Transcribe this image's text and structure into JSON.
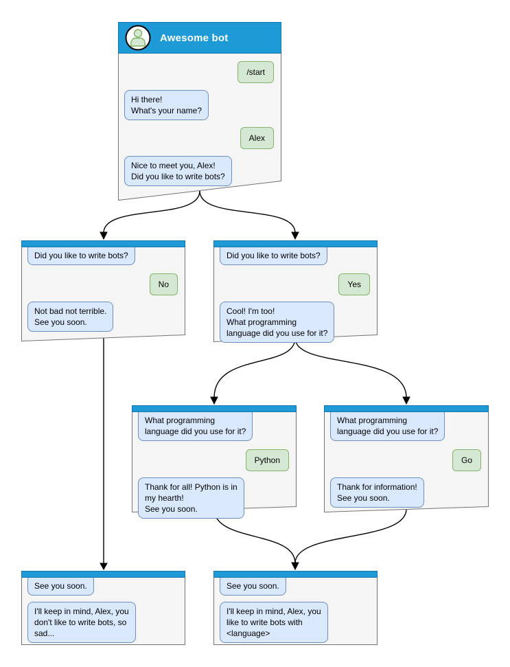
{
  "diagram": {
    "type": "chatbot-conversation-flow",
    "background": "#FFFFFF"
  },
  "colors": {
    "header_blue": "#1E9BD7",
    "header_border": "#1476AE",
    "window_fill": "#F5F5F5",
    "window_border": "#737373",
    "bot_bubble_fill": "#DAE8FC",
    "bot_bubble_border": "#6C8EBF",
    "user_bubble_fill": "#D5E8D4",
    "user_bubble_border": "#82B366",
    "arrow": "#000000",
    "title_text": "#FFFFFF"
  },
  "windows": [
    {
      "id": "awesome-bot",
      "title": "Awesome bot",
      "messages": [
        {
          "side": "user",
          "text": "/start"
        },
        {
          "side": "bot",
          "text": "Hi there!\nWhat's your name?"
        },
        {
          "side": "user",
          "text": "Alex"
        },
        {
          "side": "bot",
          "text": "Nice to meet you, Alex!\nDid you like to write bots?"
        }
      ]
    },
    {
      "id": "branch-no",
      "title": "",
      "messages": [
        {
          "side": "bot",
          "text": "Did you like to write bots?"
        },
        {
          "side": "user",
          "text": "No"
        },
        {
          "side": "bot",
          "text": "Not bad not terrible.\nSee you soon."
        }
      ]
    },
    {
      "id": "branch-yes",
      "title": "",
      "messages": [
        {
          "side": "bot",
          "text": "Did you like to write bots?"
        },
        {
          "side": "user",
          "text": "Yes"
        },
        {
          "side": "bot",
          "text": "Cool! I'm too!\nWhat programming\nlanguage did you use for it?"
        }
      ]
    },
    {
      "id": "branch-python",
      "title": "",
      "messages": [
        {
          "side": "bot",
          "text": "What programming\nlanguage did you use for it?"
        },
        {
          "side": "user",
          "text": "Python"
        },
        {
          "side": "bot",
          "text": "Thank for all! Python is in\nmy hearth!\nSee you soon."
        }
      ]
    },
    {
      "id": "branch-go",
      "title": "",
      "messages": [
        {
          "side": "bot",
          "text": "What programming\nlanguage did you use for it?"
        },
        {
          "side": "user",
          "text": "Go"
        },
        {
          "side": "bot",
          "text": "Thank for information!\nSee you soon."
        }
      ]
    },
    {
      "id": "final-no",
      "title": "",
      "messages": [
        {
          "side": "bot",
          "text": "See you soon."
        },
        {
          "side": "bot",
          "text": "I'll keep in mind, Alex, you\ndon't like to write bots, so\nsad..."
        }
      ]
    },
    {
      "id": "final-language",
      "title": "",
      "messages": [
        {
          "side": "bot",
          "text": "See you soon."
        },
        {
          "side": "bot",
          "text": "I'll keep in mind, Alex, you\nlike to write bots with\n<language>"
        }
      ]
    }
  ],
  "edges": [
    {
      "from": "awesome-bot",
      "to": "branch-no"
    },
    {
      "from": "awesome-bot",
      "to": "branch-yes"
    },
    {
      "from": "branch-yes",
      "to": "branch-python"
    },
    {
      "from": "branch-yes",
      "to": "branch-go"
    },
    {
      "from": "branch-no",
      "to": "final-no"
    },
    {
      "from": "branch-python",
      "to": "final-language"
    },
    {
      "from": "branch-go",
      "to": "final-language"
    }
  ]
}
